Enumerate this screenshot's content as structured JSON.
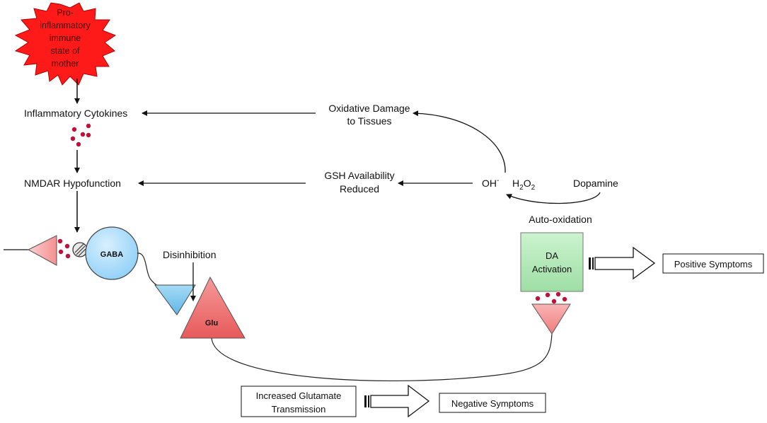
{
  "star": {
    "line1": "Pro-",
    "line2": "inflammatory",
    "line3": "immune",
    "line4": "state of",
    "line5": "mother",
    "color": "#ff1a1a"
  },
  "left_labels": {
    "cytokines": "Inflammatory Cytokines",
    "nmdar": "NMDAR Hypofunction"
  },
  "pathway": {
    "oxidative_line1": "Oxidative Damage",
    "oxidative_line2": "to Tissues",
    "gsh_line1": "GSH Availability",
    "gsh_line2": "Reduced",
    "oh": "OH",
    "oh_sup": "-",
    "h2o2_h": "H",
    "h2o2_sub1": "2",
    "h2o2_o": "O",
    "h2o2_sub2": "2",
    "dopamine": "Dopamine",
    "auto_oxidation": "Auto-oxidation"
  },
  "neurons": {
    "gaba": "GABA",
    "glu": "Glu",
    "disinhibition": "Disinhibition",
    "da_line1": "DA",
    "da_line2": "Activation"
  },
  "outcomes": {
    "positive": "Positive Symptoms",
    "increased_line1": "Increased Glutamate",
    "increased_line2": "Transmission",
    "negative": "Negative Symptoms"
  },
  "colors": {
    "cytokine_dot": "#c0103a",
    "gaba_fill": "#aee0ff",
    "glu_fill": "#f07070",
    "da_fill": "#b4ecb8",
    "presynaptic_fill": "#f7a8a8",
    "blue_terminal": "#7fc6ec"
  }
}
